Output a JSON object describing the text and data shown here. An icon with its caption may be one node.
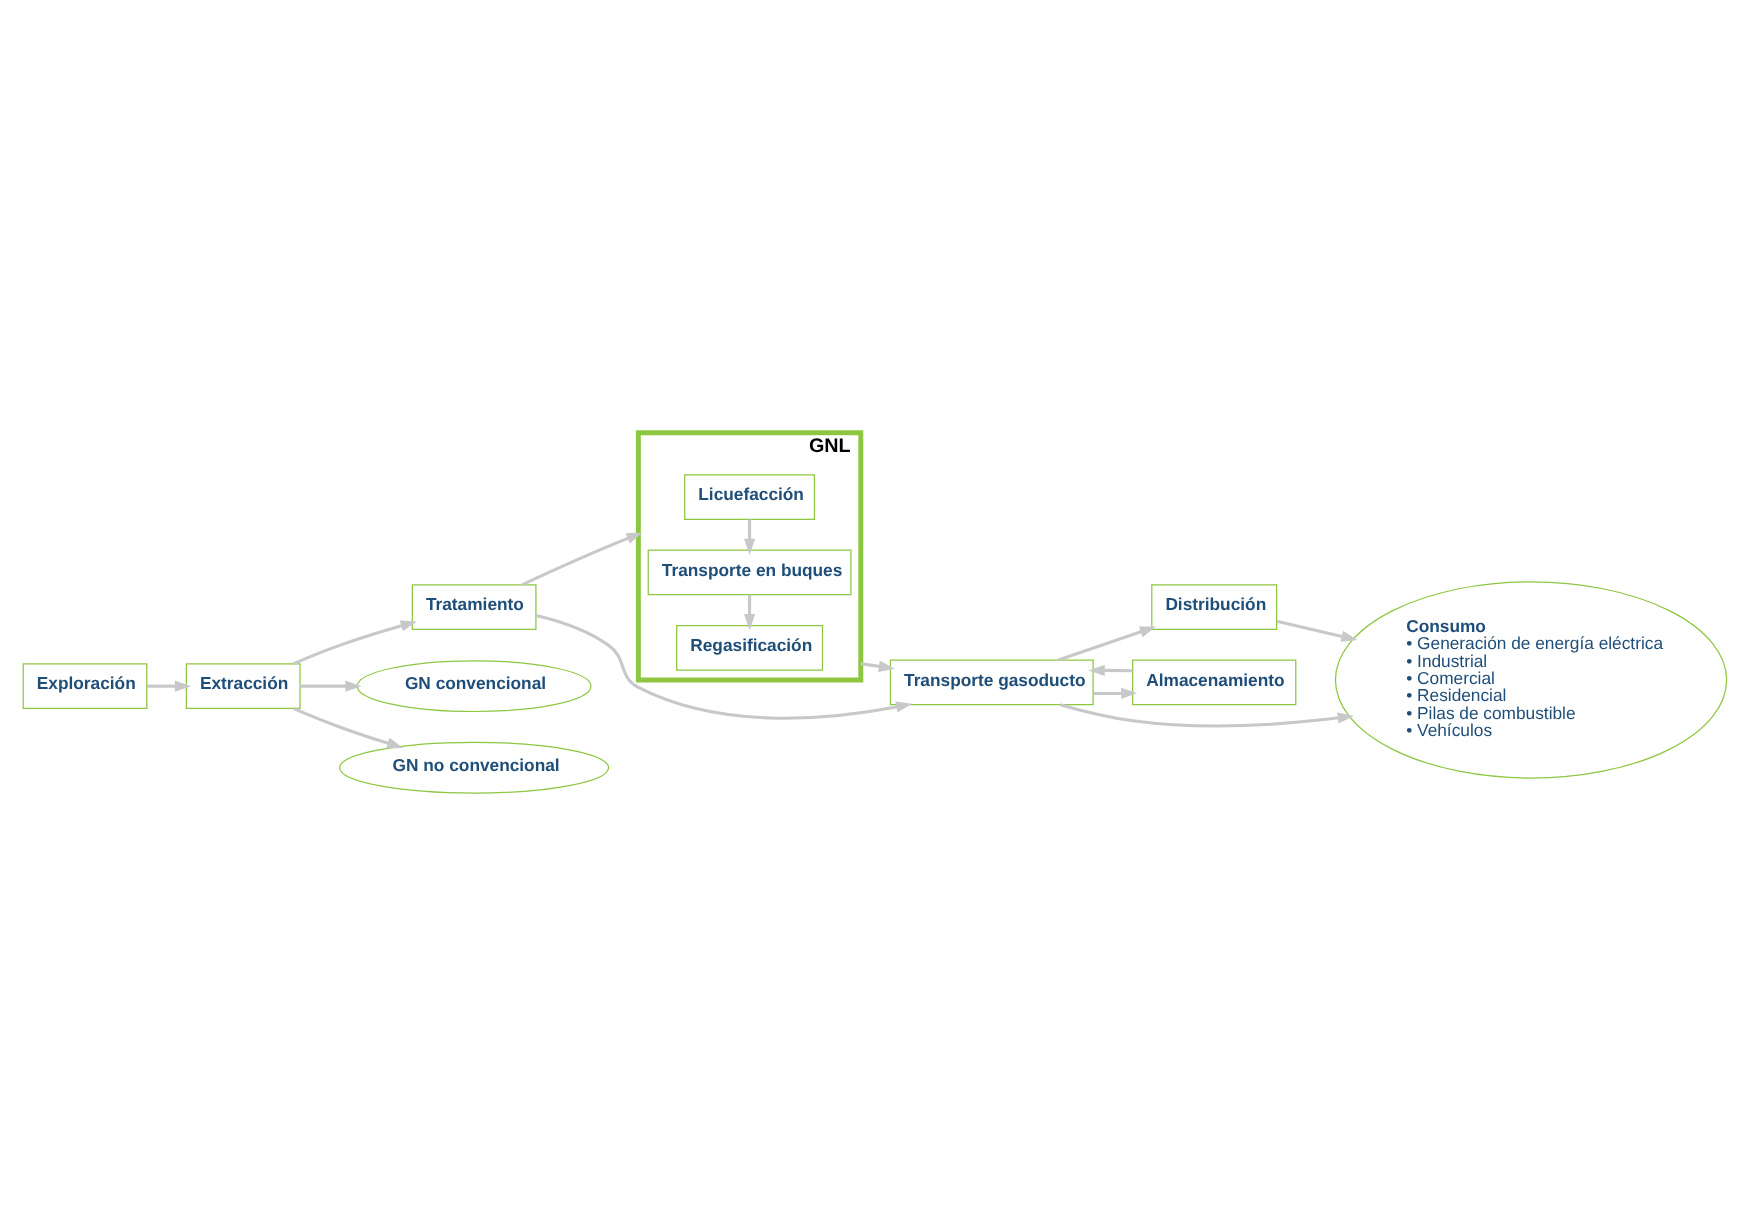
{
  "diagram": {
    "nodes": [
      {
        "text": [
          "GNL"
        ]
      },
      {
        "text": [
          "Licuefacción"
        ],
        "in": 0
      },
      {
        "text": [
          "Transporte en buques"
        ],
        "in": 0
      },
      {
        "text": [
          "Regasificación"
        ],
        "in": 0
      },
      {
        "text": [
          "Exploración"
        ]
      },
      {
        "text": [
          "Extracción"
        ]
      },
      {
        "text": [
          "Tratamiento"
        ]
      },
      {
        "text": [
          "Transporte gasoducto"
        ]
      },
      {
        "text": [
          "Distribución"
        ]
      },
      {
        "text": [
          "GN convencional"
        ]
      },
      {
        "text": [
          "GN no convencional"
        ]
      },
      {
        "text": [
          "Almacenamiento"
        ]
      },
      {
        "text": [
          "Consumo",
          "• Generación de energía eléctrica",
          "• Industrial",
          "• Comercial",
          "• Residencial",
          "• Pilas de combustible",
          "• Vehículos"
        ]
      }
    ],
    "edges": [
      {
        "from": 1,
        "to": 2,
        "arrow": "to"
      },
      {
        "from": 2,
        "to": 3,
        "arrow": "to"
      },
      {
        "from": 4,
        "to": 5,
        "arrow": "to"
      },
      {
        "from": 5,
        "to": 6,
        "arrow": "to"
      },
      {
        "from": 6,
        "to": 0,
        "arrow": "to"
      },
      {
        "from": 0,
        "to": 7,
        "arrow": "to"
      },
      {
        "from": 6,
        "to": 7,
        "arrow": "to"
      },
      {
        "from": 7,
        "to": 8,
        "arrow": "to"
      },
      {
        "from": 7,
        "to": 12,
        "arrow": "to"
      },
      {
        "from": 8,
        "to": 12,
        "arrow": "to"
      },
      {
        "from": 5,
        "to": 9,
        "arrow": "to"
      },
      {
        "from": 5,
        "to": 10,
        "arrow": "to"
      },
      {
        "from": 7,
        "to": 11,
        "arrow": "to"
      },
      {
        "from": 11,
        "to": 7,
        "arrow": "to"
      }
    ]
  }
}
